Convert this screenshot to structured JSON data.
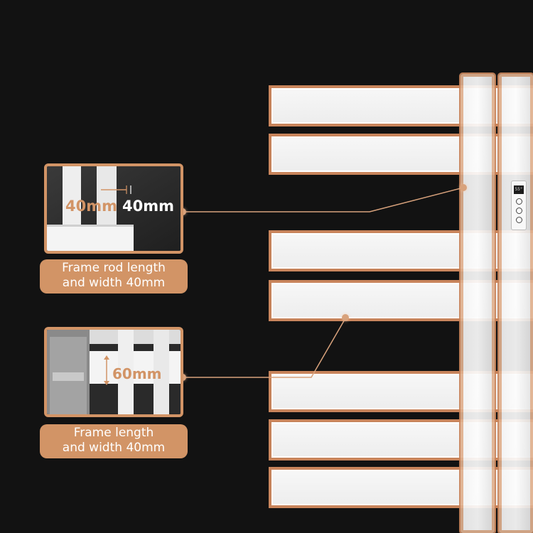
{
  "callouts": [
    {
      "measure_primary": "40mm",
      "measure_secondary": "40mm",
      "label_line1": "Frame rod length",
      "label_line2": "and width 40mm"
    },
    {
      "measure_primary": "60mm",
      "label_line1": "Frame length",
      "label_line2": "and width 40mm"
    }
  ],
  "control_panel": {
    "display": "55°"
  },
  "colors": {
    "background": "#121212",
    "accent_copper": "#d29466",
    "bar_white": "#f2f2f2"
  },
  "icons": [
    "power-icon",
    "temperature-icon",
    "measure-arrow-icon"
  ]
}
